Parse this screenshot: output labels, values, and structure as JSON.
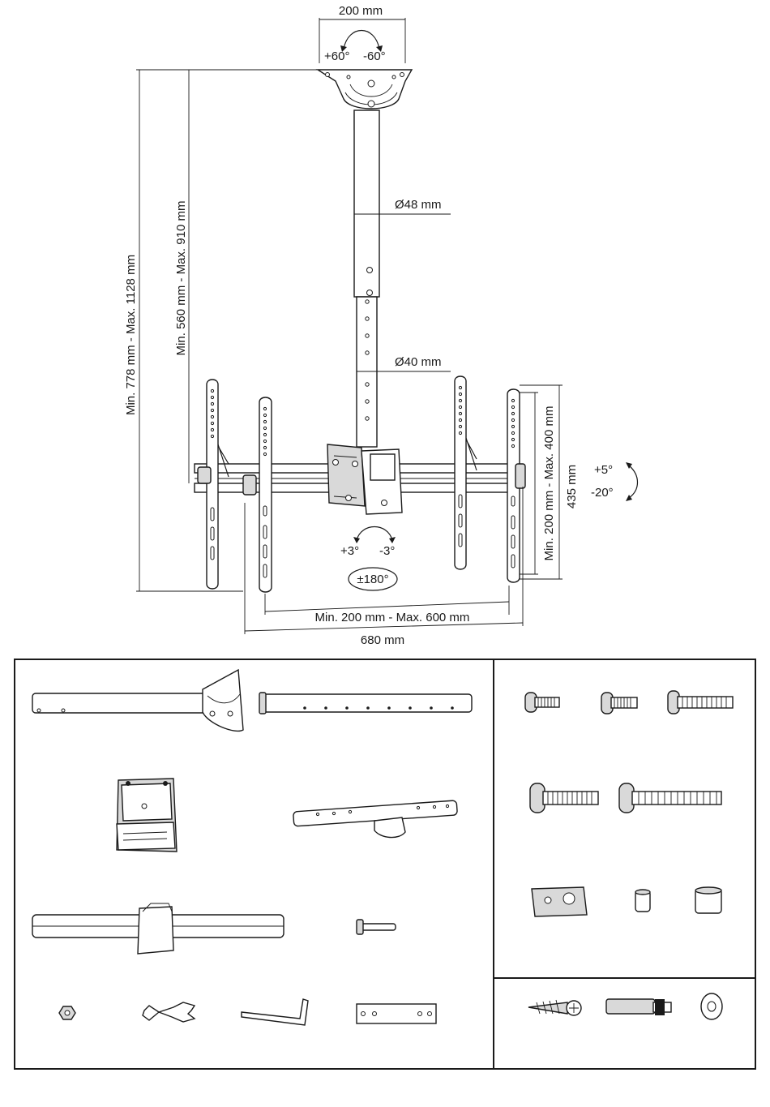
{
  "dimensions": {
    "top_width": "200 mm",
    "rotate_plus": "+60°",
    "rotate_minus": "-60°",
    "pole_diameter_upper": "Ø48 mm",
    "pole_diameter_lower": "Ø40 mm",
    "total_height": "Min. 778 mm - Max. 1128 mm",
    "pole_height": "Min. 560 mm - Max. 910 mm",
    "vesa_height": "Min. 200 mm - Max. 400 mm",
    "bracket_height": "435 mm",
    "tilt_plus": "+5°",
    "tilt_minus": "-20°",
    "level_plus": "+3°",
    "level_minus": "-3°",
    "swivel": "±180°",
    "vesa_width": "Min. 200 mm - Max. 600 mm",
    "overall_width": "680 mm"
  },
  "parts": {
    "left_panel": [
      "upper-pole-with-ceiling-plate",
      "lower-pole",
      "tilt-adapter",
      "cross-arm",
      "double-bar-with-clamp",
      "pin",
      "nut",
      "spanner",
      "allen-key",
      "connector-plate"
    ],
    "right_top_panel": [
      "screw-m4",
      "screw-m5",
      "screw-m6",
      "screw-m8-short",
      "screw-m8-long",
      "square-washer",
      "spacer-small",
      "spacer-large"
    ],
    "right_bottom_panel": [
      "wood-screw",
      "anchor-bolt",
      "washer"
    ]
  }
}
